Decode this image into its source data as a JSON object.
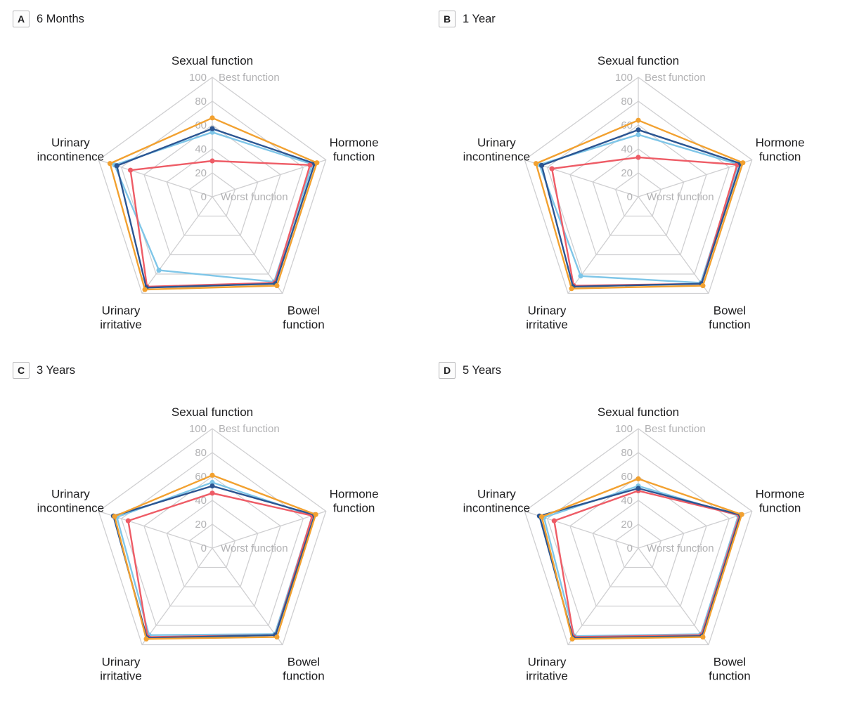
{
  "page": {
    "background": "#ffffff"
  },
  "colors": {
    "grid": "#cfcfd1",
    "tick_text": "#b2b2b4",
    "axis_text": "#1c1c1e",
    "panel_letter_border": "#b9b9bb"
  },
  "panels": [
    {
      "label": "A",
      "title": "6 Months"
    },
    {
      "label": "B",
      "title": "1 Year"
    },
    {
      "label": "C",
      "title": "3 Years"
    },
    {
      "label": "D",
      "title": "5 Years"
    }
  ],
  "chart_data": [
    {
      "type": "radar",
      "panel": "A",
      "title": "6 Months",
      "axes": [
        "Sexual function",
        "Hormone function",
        "Bowel function",
        "Urinary irritative",
        "Urinary incontinence"
      ],
      "range": [
        0,
        100
      ],
      "ticks": [
        0,
        20,
        40,
        60,
        80,
        100
      ],
      "annotations": {
        "best": "Best function",
        "worst": "Worst function"
      },
      "grid": true,
      "legend_position": "none",
      "series": [
        {
          "name": "series-light-blue",
          "color": "#7fc6e8",
          "values": [
            54,
            88,
            88,
            76,
            86
          ]
        },
        {
          "name": "series-red",
          "color": "#ee5c66",
          "values": [
            30,
            86,
            89,
            93,
            72
          ]
        },
        {
          "name": "series-navy",
          "color": "#2b5592",
          "values": [
            57,
            90,
            90,
            94,
            84
          ]
        },
        {
          "name": "series-orange",
          "color": "#f2a130",
          "values": [
            66,
            92,
            92,
            96,
            90
          ]
        }
      ]
    },
    {
      "type": "radar",
      "panel": "B",
      "title": "1 Year",
      "axes": [
        "Sexual function",
        "Hormone function",
        "Bowel function",
        "Urinary irritative",
        "Urinary incontinence"
      ],
      "range": [
        0,
        100
      ],
      "ticks": [
        0,
        20,
        40,
        60,
        80,
        100
      ],
      "annotations": {
        "best": "Best function",
        "worst": "Worst function"
      },
      "grid": true,
      "legend_position": "none",
      "series": [
        {
          "name": "series-light-blue",
          "color": "#7fc6e8",
          "values": [
            52,
            88,
            89,
            82,
            87
          ]
        },
        {
          "name": "series-red",
          "color": "#ee5c66",
          "values": [
            33,
            87,
            90,
            92,
            76
          ]
        },
        {
          "name": "series-navy",
          "color": "#2b5592",
          "values": [
            56,
            90,
            90,
            93,
            85
          ]
        },
        {
          "name": "series-orange",
          "color": "#f2a130",
          "values": [
            64,
            92,
            92,
            95,
            90
          ]
        }
      ]
    },
    {
      "type": "radar",
      "panel": "C",
      "title": "3 Years",
      "axes": [
        "Sexual function",
        "Hormone function",
        "Bowel function",
        "Urinary irritative",
        "Urinary incontinence"
      ],
      "range": [
        0,
        100
      ],
      "ticks": [
        0,
        20,
        40,
        60,
        80,
        100
      ],
      "annotations": {
        "best": "Best function",
        "worst": "Worst function"
      },
      "grid": true,
      "legend_position": "none",
      "series": [
        {
          "name": "series-light-blue",
          "color": "#7fc6e8",
          "values": [
            55,
            88,
            89,
            90,
            84
          ]
        },
        {
          "name": "series-red",
          "color": "#ee5c66",
          "values": [
            46,
            88,
            90,
            92,
            74
          ]
        },
        {
          "name": "series-navy",
          "color": "#2b5592",
          "values": [
            52,
            90,
            90,
            93,
            87
          ]
        },
        {
          "name": "series-orange",
          "color": "#f2a130",
          "values": [
            61,
            91,
            92,
            94,
            86
          ]
        }
      ]
    },
    {
      "type": "radar",
      "panel": "D",
      "title": "5 Years",
      "axes": [
        "Sexual function",
        "Hormone function",
        "Bowel function",
        "Urinary irritative",
        "Urinary incontinence"
      ],
      "range": [
        0,
        100
      ],
      "ticks": [
        0,
        20,
        40,
        60,
        80,
        100
      ],
      "annotations": {
        "best": "Best function",
        "worst": "Worst function"
      },
      "grid": true,
      "legend_position": "none",
      "series": [
        {
          "name": "series-light-blue",
          "color": "#7fc6e8",
          "values": [
            52,
            88,
            89,
            91,
            83
          ]
        },
        {
          "name": "series-red",
          "color": "#ee5c66",
          "values": [
            48,
            89,
            90,
            92,
            74
          ]
        },
        {
          "name": "series-navy",
          "color": "#2b5592",
          "values": [
            50,
            90,
            91,
            93,
            87
          ]
        },
        {
          "name": "series-orange",
          "color": "#f2a130",
          "values": [
            58,
            91,
            92,
            94,
            85
          ]
        }
      ]
    }
  ]
}
